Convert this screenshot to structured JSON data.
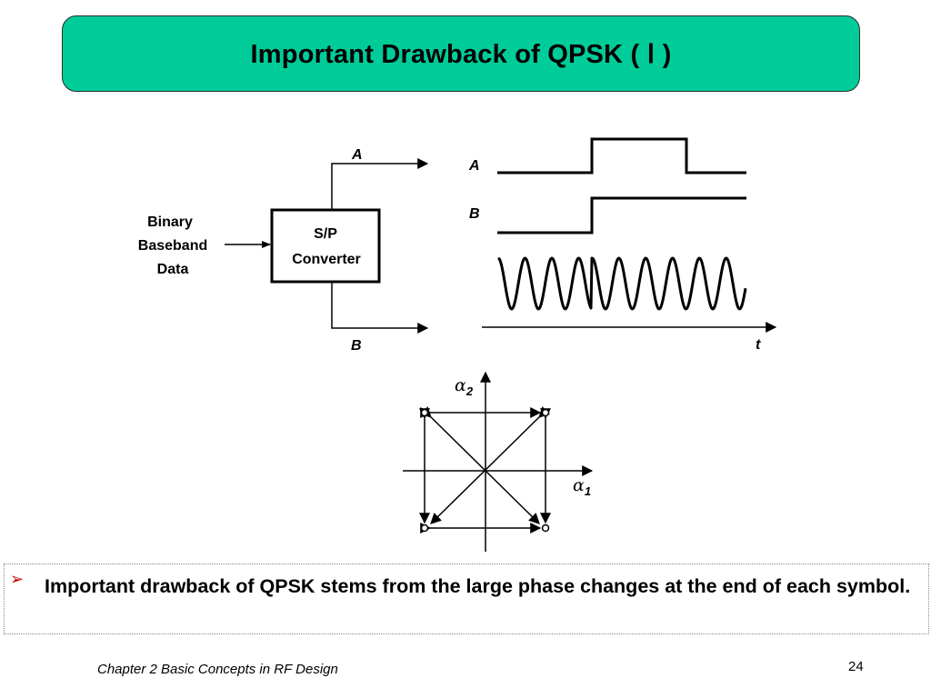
{
  "slide": {
    "title": "Important Drawback of QPSK ( Ⅰ )"
  },
  "diagram": {
    "input_label_line1": "Binary",
    "input_label_line2": "Baseband",
    "input_label_line3": "Data",
    "block_line1": "S/P",
    "block_line2": "Converter",
    "output_a": "A",
    "output_b": "B",
    "wave_label_a": "A",
    "wave_label_b": "B",
    "time_axis": "t",
    "constellation_axis_1": "α",
    "constellation_axis_1_sub": "1",
    "constellation_axis_2": "α",
    "constellation_axis_2_sub": "2"
  },
  "bullet": {
    "marker": "➢",
    "text": "Important drawback of QPSK stems from the large phase changes at the end of each symbol."
  },
  "footer": {
    "chapter": "Chapter 2 Basic Concepts in RF Design",
    "page_number": "24"
  },
  "colors": {
    "title_fill": "#00cc99",
    "bullet_marker": "#cc0000"
  }
}
